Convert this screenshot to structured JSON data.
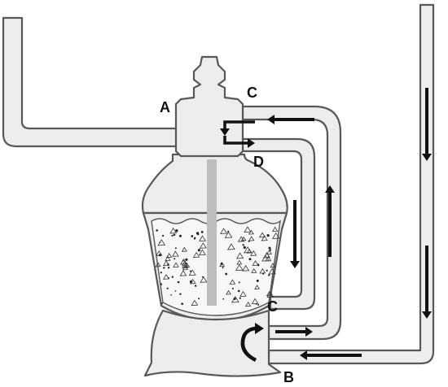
{
  "labels": {
    "a": "A",
    "b": "B",
    "c_top": "C",
    "c_bottom": "C",
    "d": "D"
  },
  "colors": {
    "outline": "#585858",
    "fill": "#ededed",
    "center_tube": "#bdbdbd",
    "arrow": "#111111",
    "label": "#111111"
  }
}
